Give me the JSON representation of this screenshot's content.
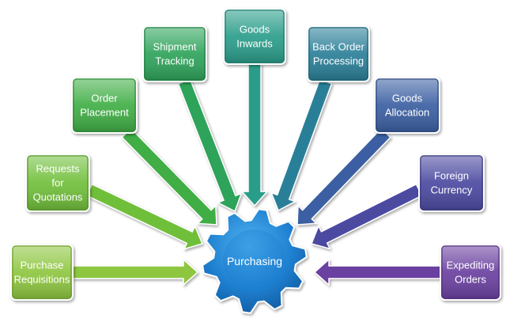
{
  "center": {
    "label": "Purchasing",
    "color": "#1e7fd0"
  },
  "nodes": [
    {
      "id": "purchase-requisitions",
      "lines": [
        "Purchase",
        "Requisitions"
      ],
      "color": "#8ec63f"
    },
    {
      "id": "requests-for-quotations",
      "lines": [
        "Requests",
        "for",
        "Quotations"
      ],
      "color": "#6fbf3b"
    },
    {
      "id": "order-placement",
      "lines": [
        "Order",
        "Placement"
      ],
      "color": "#3fae45"
    },
    {
      "id": "shipment-tracking",
      "lines": [
        "Shipment",
        "Tracking"
      ],
      "color": "#2fa35a"
    },
    {
      "id": "goods-inwards",
      "lines": [
        "Goods",
        "Inwards"
      ],
      "color": "#2a9d8a"
    },
    {
      "id": "back-order-processing",
      "lines": [
        "Back Order",
        "Processing"
      ],
      "color": "#2a7f98"
    },
    {
      "id": "goods-allocation",
      "lines": [
        "Goods",
        "Allocation"
      ],
      "color": "#3a5fa2"
    },
    {
      "id": "foreign-currency",
      "lines": [
        "Foreign",
        "Currency"
      ],
      "color": "#4b4aa0"
    },
    {
      "id": "expediting-orders",
      "lines": [
        "Expediting",
        "Orders"
      ],
      "color": "#6b3fa0"
    }
  ]
}
